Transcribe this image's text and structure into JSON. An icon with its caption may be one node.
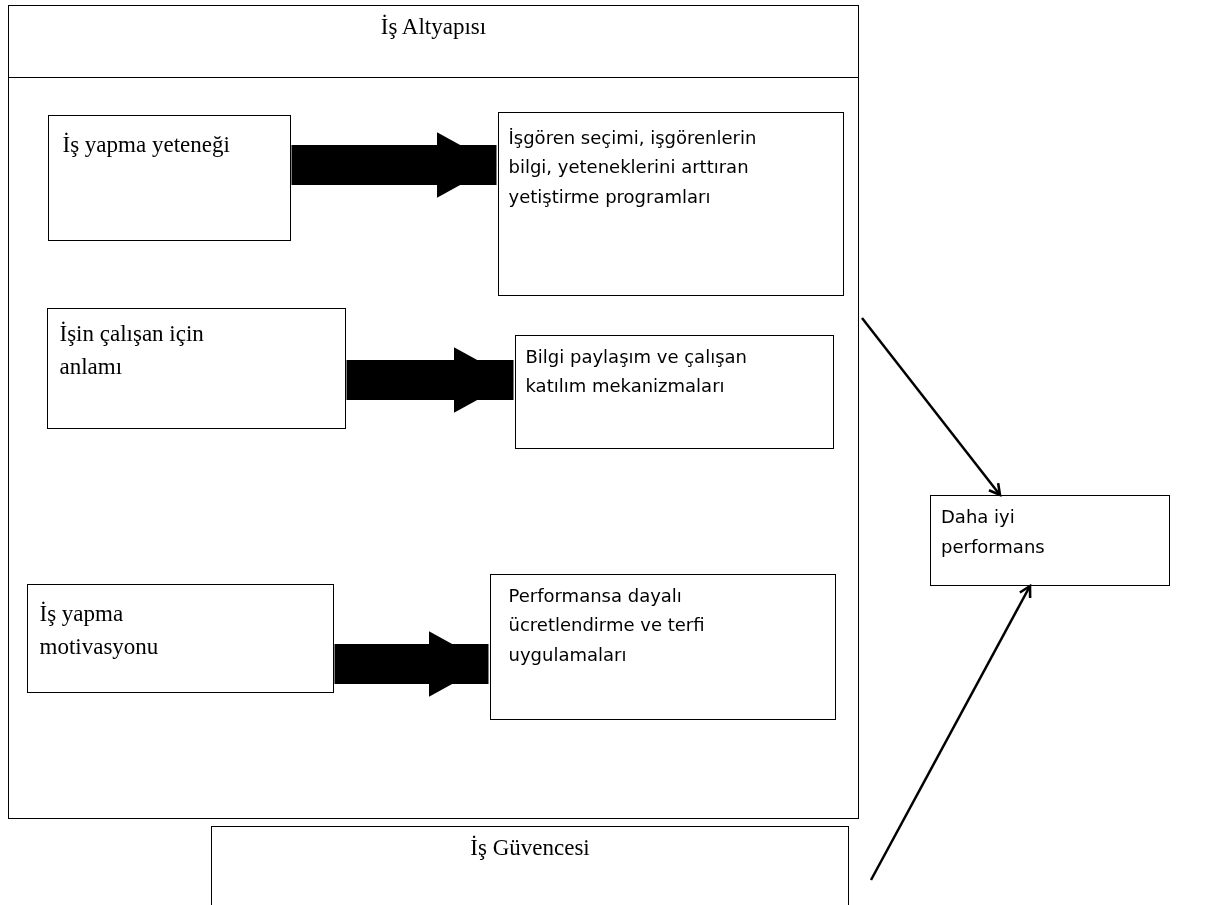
{
  "diagram": {
    "nodes": [
      {
        "text": [
          "İş Altyapısı"
        ]
      },
      {
        "text": [
          "İş yapma yeteneği"
        ],
        "in": 0
      },
      {
        "text": [
          "İşgören seçimi, işgörenlerin bilgi, yeteneklerini arttıran yetiştirme programları"
        ],
        "in": 0
      },
      {
        "text": [
          "İşin çalışan için anlamı"
        ],
        "in": 0
      },
      {
        "text": [
          "Bilgi paylaşım ve çalışan katılım mekanizmaları"
        ],
        "in": 0
      },
      {
        "text": [
          "İş yapma motivasyonu"
        ],
        "in": 0
      },
      {
        "text": [
          "Performansa dayalı ücretlendirme ve terfi uygulamaları"
        ],
        "in": 0
      },
      {
        "text": [
          "İş Güvencesi"
        ]
      },
      {
        "text": [
          "Daha iyi performans"
        ]
      }
    ],
    "edges": [
      {
        "from": 1,
        "to": 2,
        "arrow": "to"
      },
      {
        "from": 3,
        "to": 4,
        "arrow": "to"
      },
      {
        "from": 5,
        "to": 6,
        "arrow": "to"
      },
      {
        "from": 0,
        "to": 8,
        "arrow": "to"
      },
      {
        "from": 7,
        "to": 8,
        "arrow": "to"
      }
    ]
  }
}
